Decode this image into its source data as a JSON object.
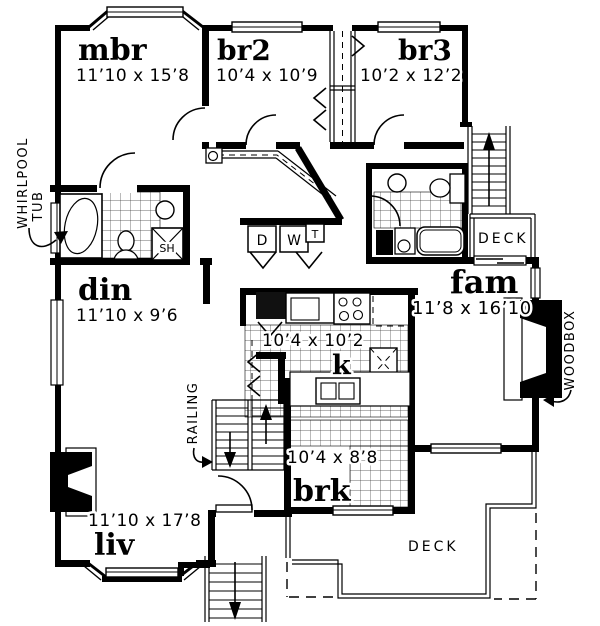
{
  "plan": {
    "colors": {
      "ink": "#000000",
      "background": "#ffffff"
    },
    "rooms": [
      {
        "id": "mbr",
        "label": "mbr",
        "dims": "11’10 x 15’8"
      },
      {
        "id": "br2",
        "label": "br2",
        "dims": "10’4 x 10’9"
      },
      {
        "id": "br3",
        "label": "br3",
        "dims": "10’2 x 12’2"
      },
      {
        "id": "din",
        "label": "din",
        "dims": "11’10 x 9’6"
      },
      {
        "id": "fam",
        "label": "fam",
        "dims": "11’8 x 16’10"
      },
      {
        "id": "kitchen",
        "label": "k",
        "dims": "10’4 x 10’2"
      },
      {
        "id": "brk",
        "label": "brk",
        "dims": "10’4 x 8’8"
      },
      {
        "id": "liv",
        "label": "liv",
        "dims": "11’10 x 17’8"
      }
    ],
    "annotations": {
      "whirlpool_line1": "WHIRLPOOL",
      "whirlpool_line2": "TUB",
      "railing": "RAILING",
      "woodbox": "WOODBOX",
      "deck_upper": "DECK",
      "deck_lower": "DECK",
      "shower": "SH",
      "dryer": "D",
      "washer": "W",
      "laundry_tub": "T"
    }
  }
}
